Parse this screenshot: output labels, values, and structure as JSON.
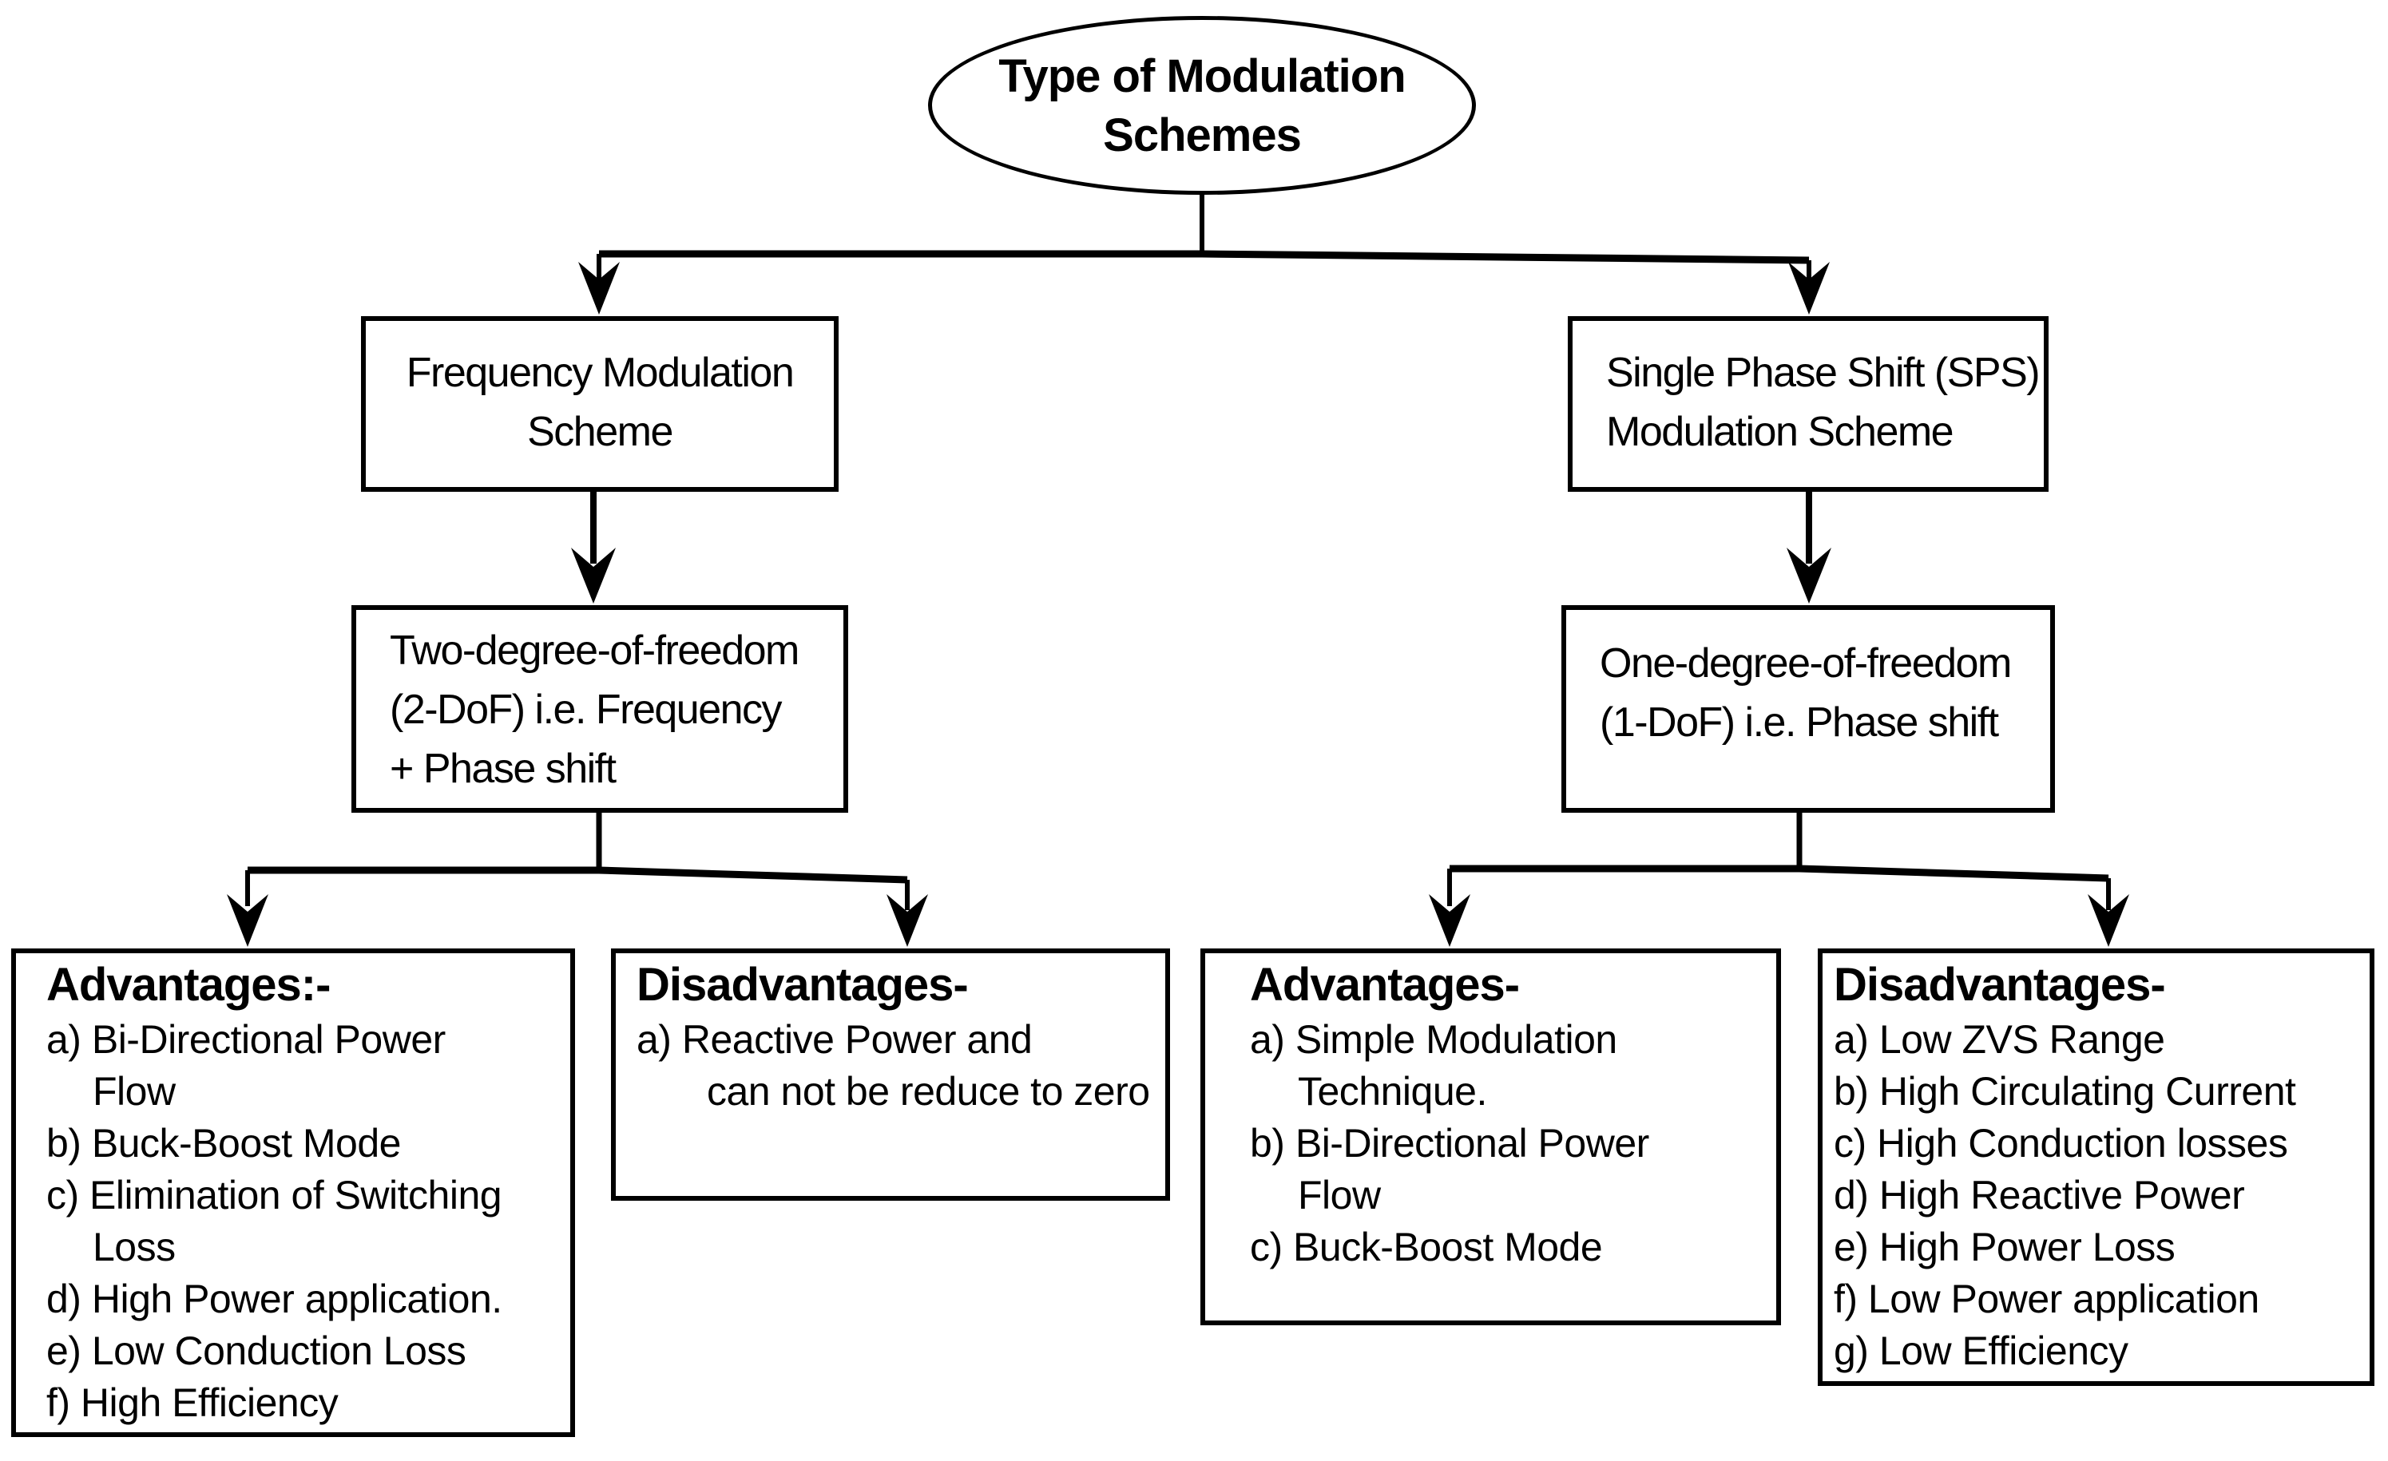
{
  "colors": {
    "ink": "#000000",
    "background": "#ffffff"
  },
  "root": {
    "line1": "Type of Modulation",
    "line2": "Schemes"
  },
  "left_branch": {
    "scheme": {
      "line1": "Frequency Modulation",
      "line2": "Scheme"
    },
    "dof": {
      "line1": "Two-degree-of-freedom",
      "line2": "(2-DoF) i.e. Frequency",
      "line3": "+ Phase shift"
    },
    "advantages": {
      "heading": "Advantages:-",
      "items": [
        {
          "lines": [
            "a) Bi-Directional Power",
            "Flow"
          ]
        },
        {
          "lines": [
            "b) Buck-Boost Mode"
          ]
        },
        {
          "lines": [
            "c) Elimination of Switching",
            "Loss"
          ]
        },
        {
          "lines": [
            "d) High Power application."
          ]
        },
        {
          "lines": [
            "e) Low Conduction Loss"
          ]
        },
        {
          "lines": [
            "f) High Efficiency"
          ]
        }
      ]
    },
    "disadvantages": {
      "heading": "Disadvantages-",
      "items": [
        {
          "lines": [
            "a) Reactive Power and",
            "can not be reduce to zero"
          ]
        }
      ]
    }
  },
  "right_branch": {
    "scheme": {
      "line1": "Single Phase Shift (SPS)",
      "line2": "Modulation Scheme"
    },
    "dof": {
      "line1": "One-degree-of-freedom",
      "line2": "(1-DoF) i.e. Phase shift"
    },
    "advantages": {
      "heading": "Advantages-",
      "items": [
        {
          "lines": [
            "a) Simple Modulation",
            "Technique."
          ]
        },
        {
          "lines": [
            "b) Bi-Directional Power",
            "Flow"
          ]
        },
        {
          "lines": [
            "c) Buck-Boost Mode"
          ]
        }
      ]
    },
    "disadvantages": {
      "heading": "Disadvantages-",
      "items": [
        {
          "lines": [
            "a) Low ZVS Range"
          ]
        },
        {
          "lines": [
            "b) High Circulating Current"
          ]
        },
        {
          "lines": [
            "c) High Conduction losses"
          ]
        },
        {
          "lines": [
            "d) High Reactive Power"
          ]
        },
        {
          "lines": [
            "e) High Power Loss"
          ]
        },
        {
          "lines": [
            "f) Low Power application"
          ]
        },
        {
          "lines": [
            "g) Low Efficiency"
          ]
        }
      ]
    }
  }
}
